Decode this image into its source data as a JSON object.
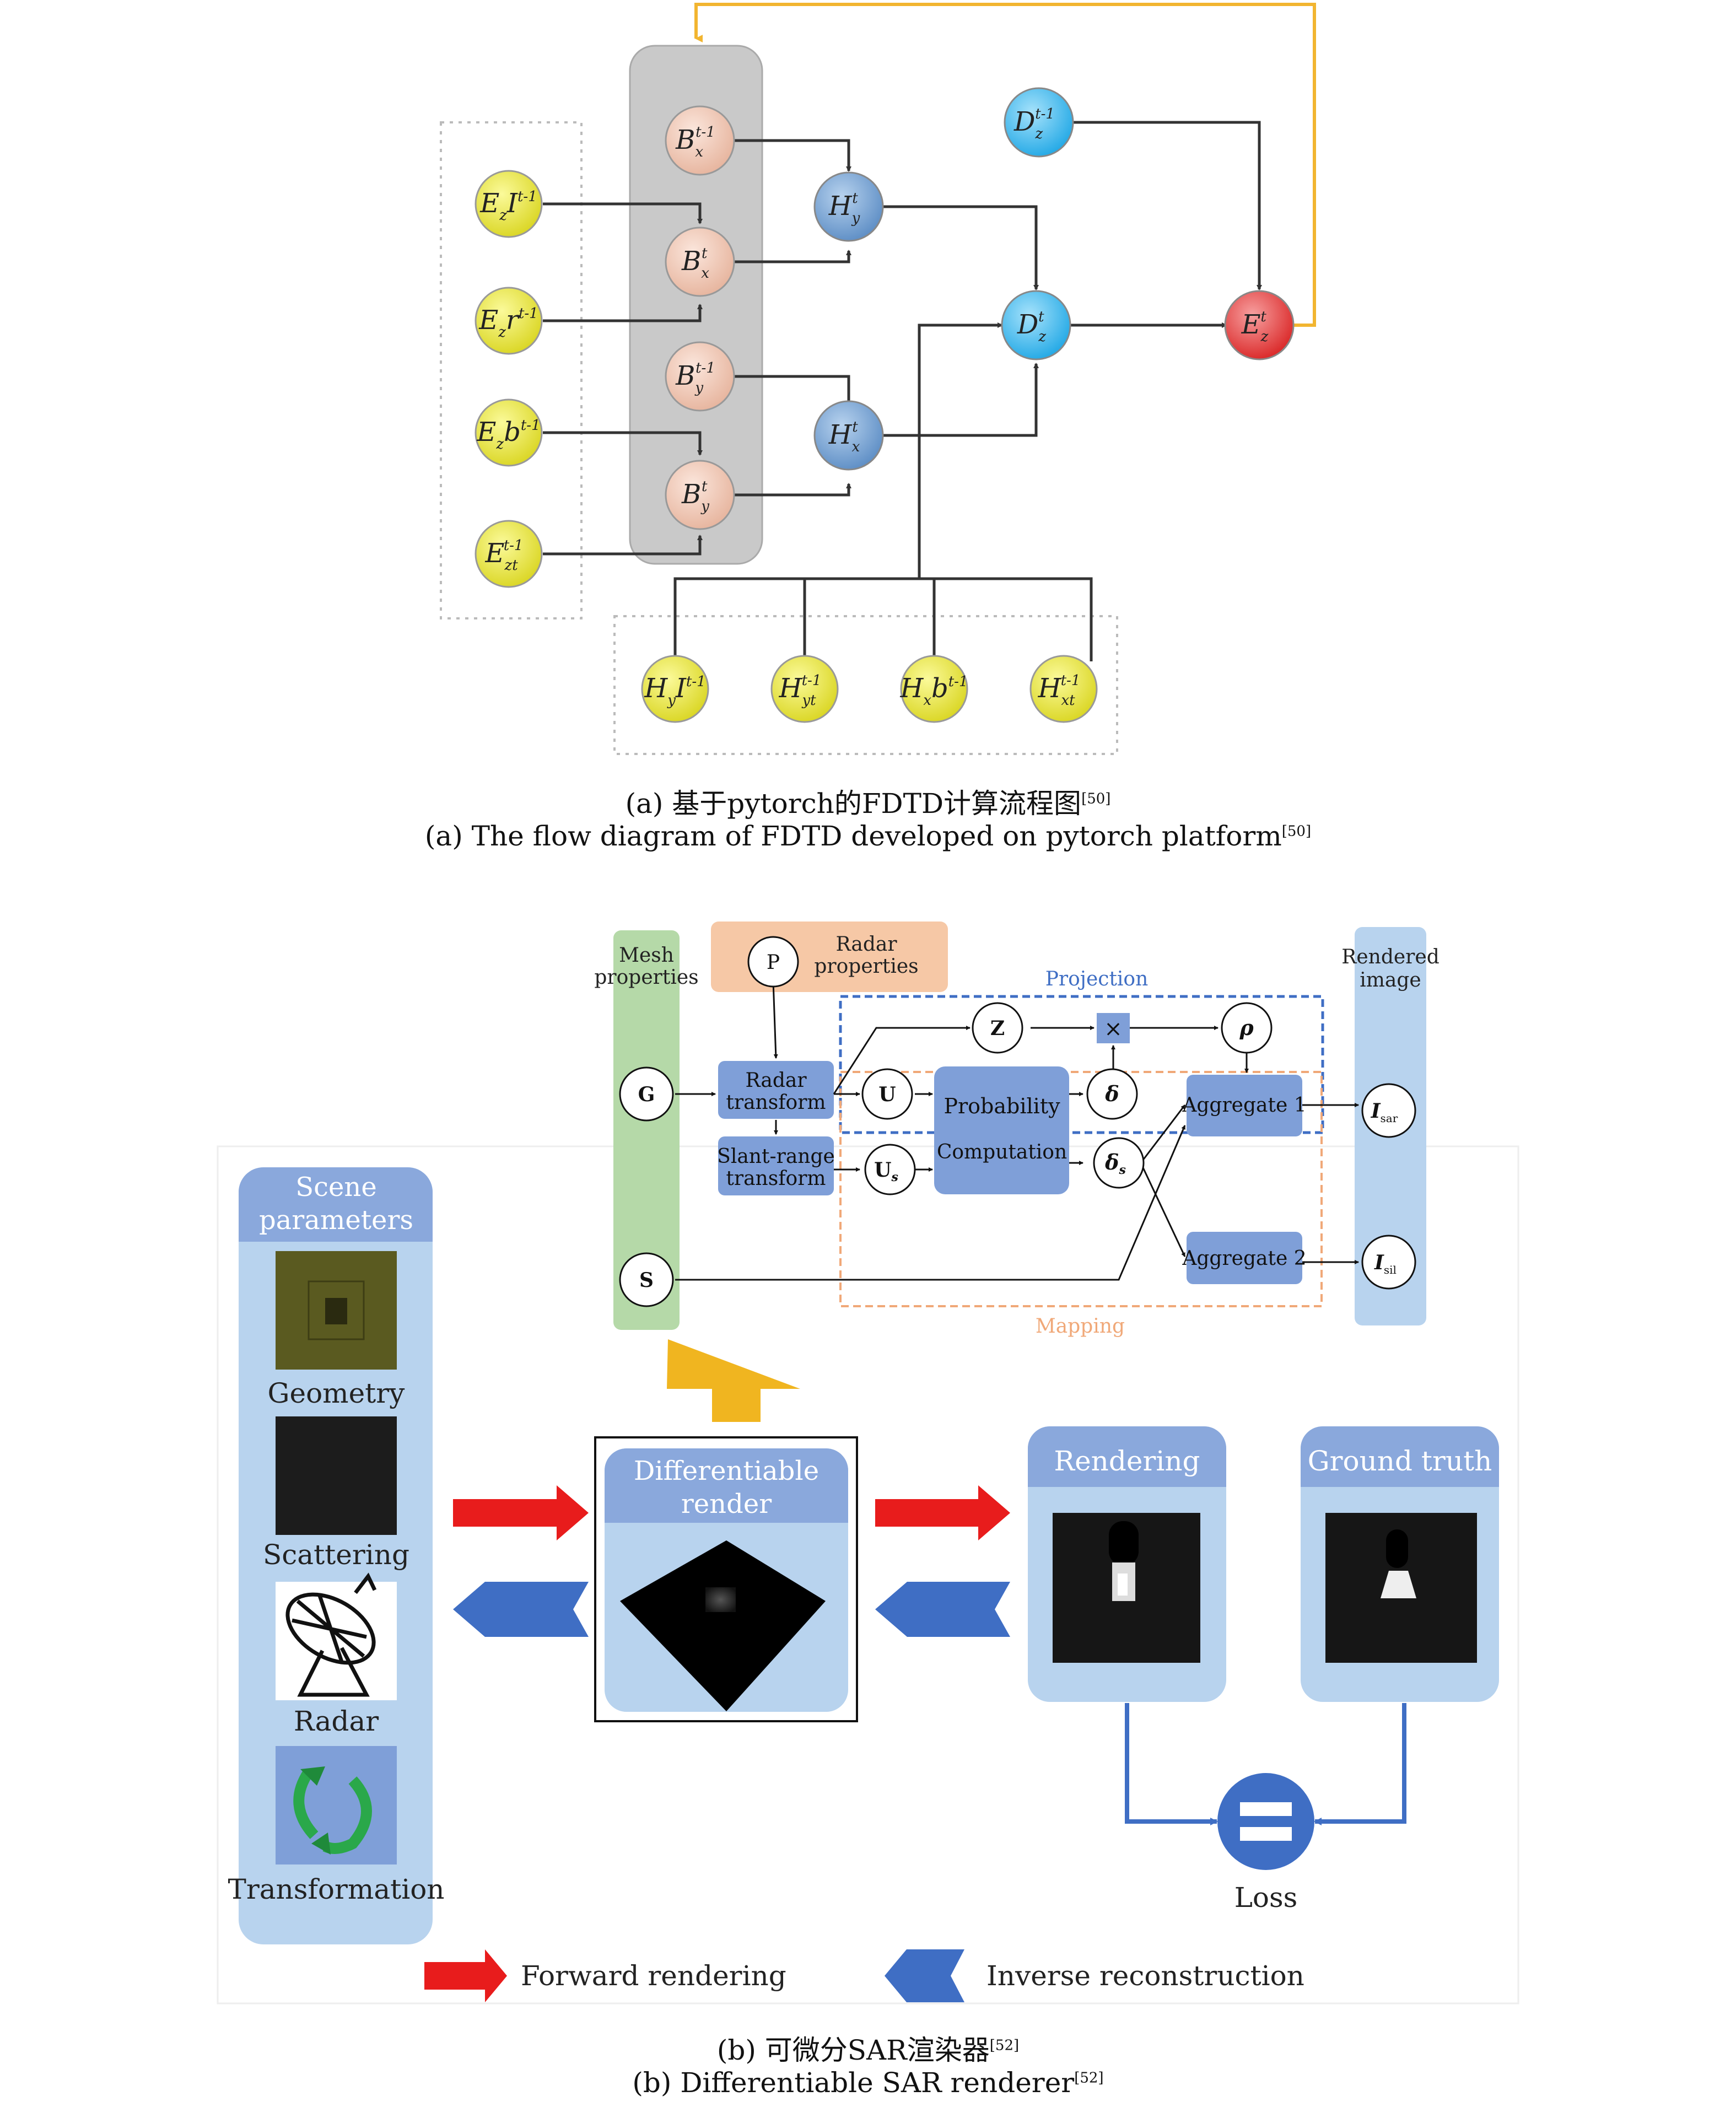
{
  "fig_a": {
    "input_nodes_left": [
      {
        "base": "E",
        "sub": "z",
        "mid": "I",
        "sup": "t-1"
      },
      {
        "base": "E",
        "sub": "z",
        "mid": "r",
        "sup": "t-1"
      },
      {
        "base": "E",
        "sub": "z",
        "mid": "b",
        "sup": "t-1"
      },
      {
        "base": "E",
        "sub": "zt",
        "mid": "",
        "sup": "t-1"
      }
    ],
    "input_nodes_bottom": [
      {
        "base": "H",
        "sub": "y",
        "mid": "I",
        "sup": "t-1"
      },
      {
        "base": "H",
        "sub": "yt",
        "mid": "",
        "sup": "t-1"
      },
      {
        "base": "H",
        "sub": "x",
        "mid": "b",
        "sup": "t-1"
      },
      {
        "base": "H",
        "sub": "xt",
        "mid": "",
        "sup": "t-1"
      }
    ],
    "b_nodes": [
      {
        "base": "B",
        "sub": "x",
        "sup": "t-1"
      },
      {
        "base": "B",
        "sub": "x",
        "sup": "t"
      },
      {
        "base": "B",
        "sub": "y",
        "sup": "t-1"
      },
      {
        "base": "B",
        "sub": "y",
        "sup": "t"
      }
    ],
    "h_nodes": [
      {
        "base": "H",
        "sub": "y",
        "sup": "t"
      },
      {
        "base": "H",
        "sub": "x",
        "sup": "t"
      }
    ],
    "d_prev": {
      "base": "D",
      "sub": "z",
      "sup": "t-1"
    },
    "d_node": {
      "base": "D",
      "sub": "z",
      "sup": "t"
    },
    "e_node": {
      "base": "E",
      "sub": "z",
      "sup": "t"
    },
    "caption_cn": "(a) 基于pytorch的FDTD计算流程图",
    "caption_en": "(a) The flow diagram of FDTD developed on pytorch platform",
    "ref": "[50]",
    "colors": {
      "yellow": "#e8e63a",
      "peach": "#f0c4b0",
      "blue": "#6f9fd0",
      "cyan": "#3fb4ea",
      "red": "#e63a3a",
      "gray_panel": "#c9c9c9",
      "orange_line": "#f2b530"
    }
  },
  "fig_b": {
    "top": {
      "mesh_label": [
        "Mesh",
        "properties"
      ],
      "radar_label": [
        "Radar",
        "properties"
      ],
      "rendered_label": [
        "Rendered",
        "image"
      ],
      "projection_label": "Projection",
      "mapping_label": "Mapping",
      "node_P": "P",
      "node_G": "G",
      "node_S": "S",
      "node_Z": "Z",
      "node_U": "U",
      "node_Us": "U",
      "node_Us_sub": "s",
      "node_delta": "δ",
      "node_delta_s": "δ",
      "node_delta_s_sub": "s",
      "node_rho": "ρ",
      "node_times": "×",
      "node_Isar": "I",
      "node_Isar_sub": "sar",
      "node_Isil": "I",
      "node_Isil_sub": "sil",
      "radar_transform": [
        "Radar",
        "transform"
      ],
      "slant_transform": [
        "Slant-range",
        "transform"
      ],
      "prob_label": "Probability",
      "comp_label": "Computation",
      "agg1": "Aggregate 1",
      "agg2": "Aggregate 2"
    },
    "scene_title": [
      "Scene",
      "parameters"
    ],
    "scene_items": [
      "Geometry",
      "Scattering",
      "Radar",
      "Transformation"
    ],
    "diff_render_title": [
      "Differentiable",
      "render"
    ],
    "rendering_title": "Rendering",
    "ground_truth_title": "Ground truth",
    "loss_label": "Loss",
    "legend_forward": "Forward rendering",
    "legend_inverse": "Inverse reconstruction",
    "caption_cn": "(b) 可微分SAR渲染器",
    "caption_en": "(b) Differentiable SAR renderer",
    "ref": "[52]",
    "colors": {
      "forward": "#e81c1c",
      "inverse": "#3f6ec4",
      "panel": "#b8d3ee",
      "panel_header": "#8aa8dc",
      "mesh_green": "#b5d9a8",
      "radar_orange": "#f6c8a6",
      "box_blue": "#7f9fd8",
      "gold": "#f0b520"
    }
  }
}
